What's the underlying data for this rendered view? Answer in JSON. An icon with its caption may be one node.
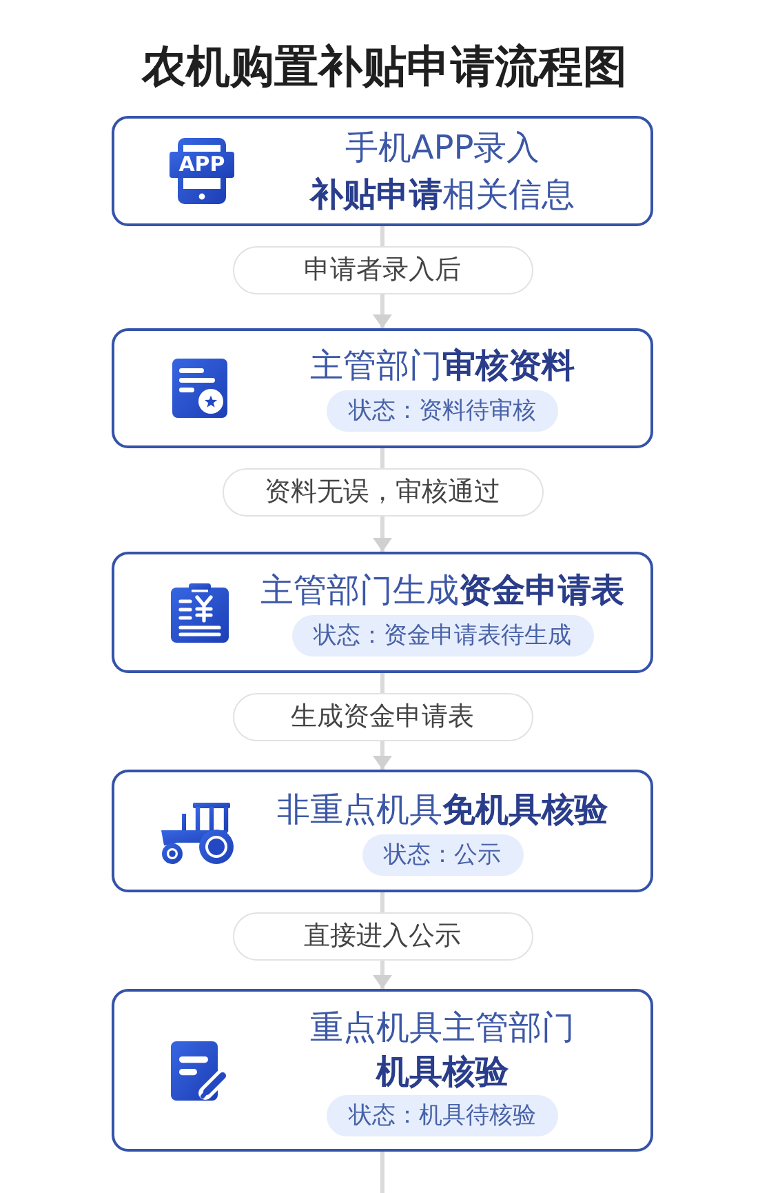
{
  "diagram": {
    "title": "农机购置补贴申请流程图",
    "nodes": [
      {
        "text": [
          "手机APP录入",
          "**补贴申请**相关信息"
        ]
      },
      {
        "text": [
          "主管部门**审核资料**"
        ]
      },
      {
        "text": [
          "状态：资料待审核"
        ],
        "in": 1
      },
      {
        "text": [
          "主管部门生成**资金申请表**"
        ]
      },
      {
        "text": [
          "状态：资金申请表待生成"
        ],
        "in": 3
      },
      {
        "text": [
          "非重点机具**免机具核验**"
        ]
      },
      {
        "text": [
          "状态：公示"
        ],
        "in": 5
      },
      {
        "text": [
          "重点机具主管部门**机具核验**"
        ]
      },
      {
        "text": [
          "状态：机具待核验"
        ],
        "in": 7
      }
    ],
    "edges": [
      {
        "from": 0,
        "to": 1,
        "arrow": "to",
        "label": "申请者录入后"
      },
      {
        "from": 1,
        "to": 3,
        "arrow": "to",
        "label": "资料无误，审核通过"
      },
      {
        "from": 3,
        "to": 5,
        "arrow": "to",
        "label": "生成资金申请表"
      },
      {
        "from": 5,
        "to": 7,
        "arrow": "to",
        "label": "直接进入公示"
      },
      {
        "from": 7,
        "to": null,
        "arrow": "none"
      }
    ],
    "labels": [
      "APP"
    ]
  }
}
